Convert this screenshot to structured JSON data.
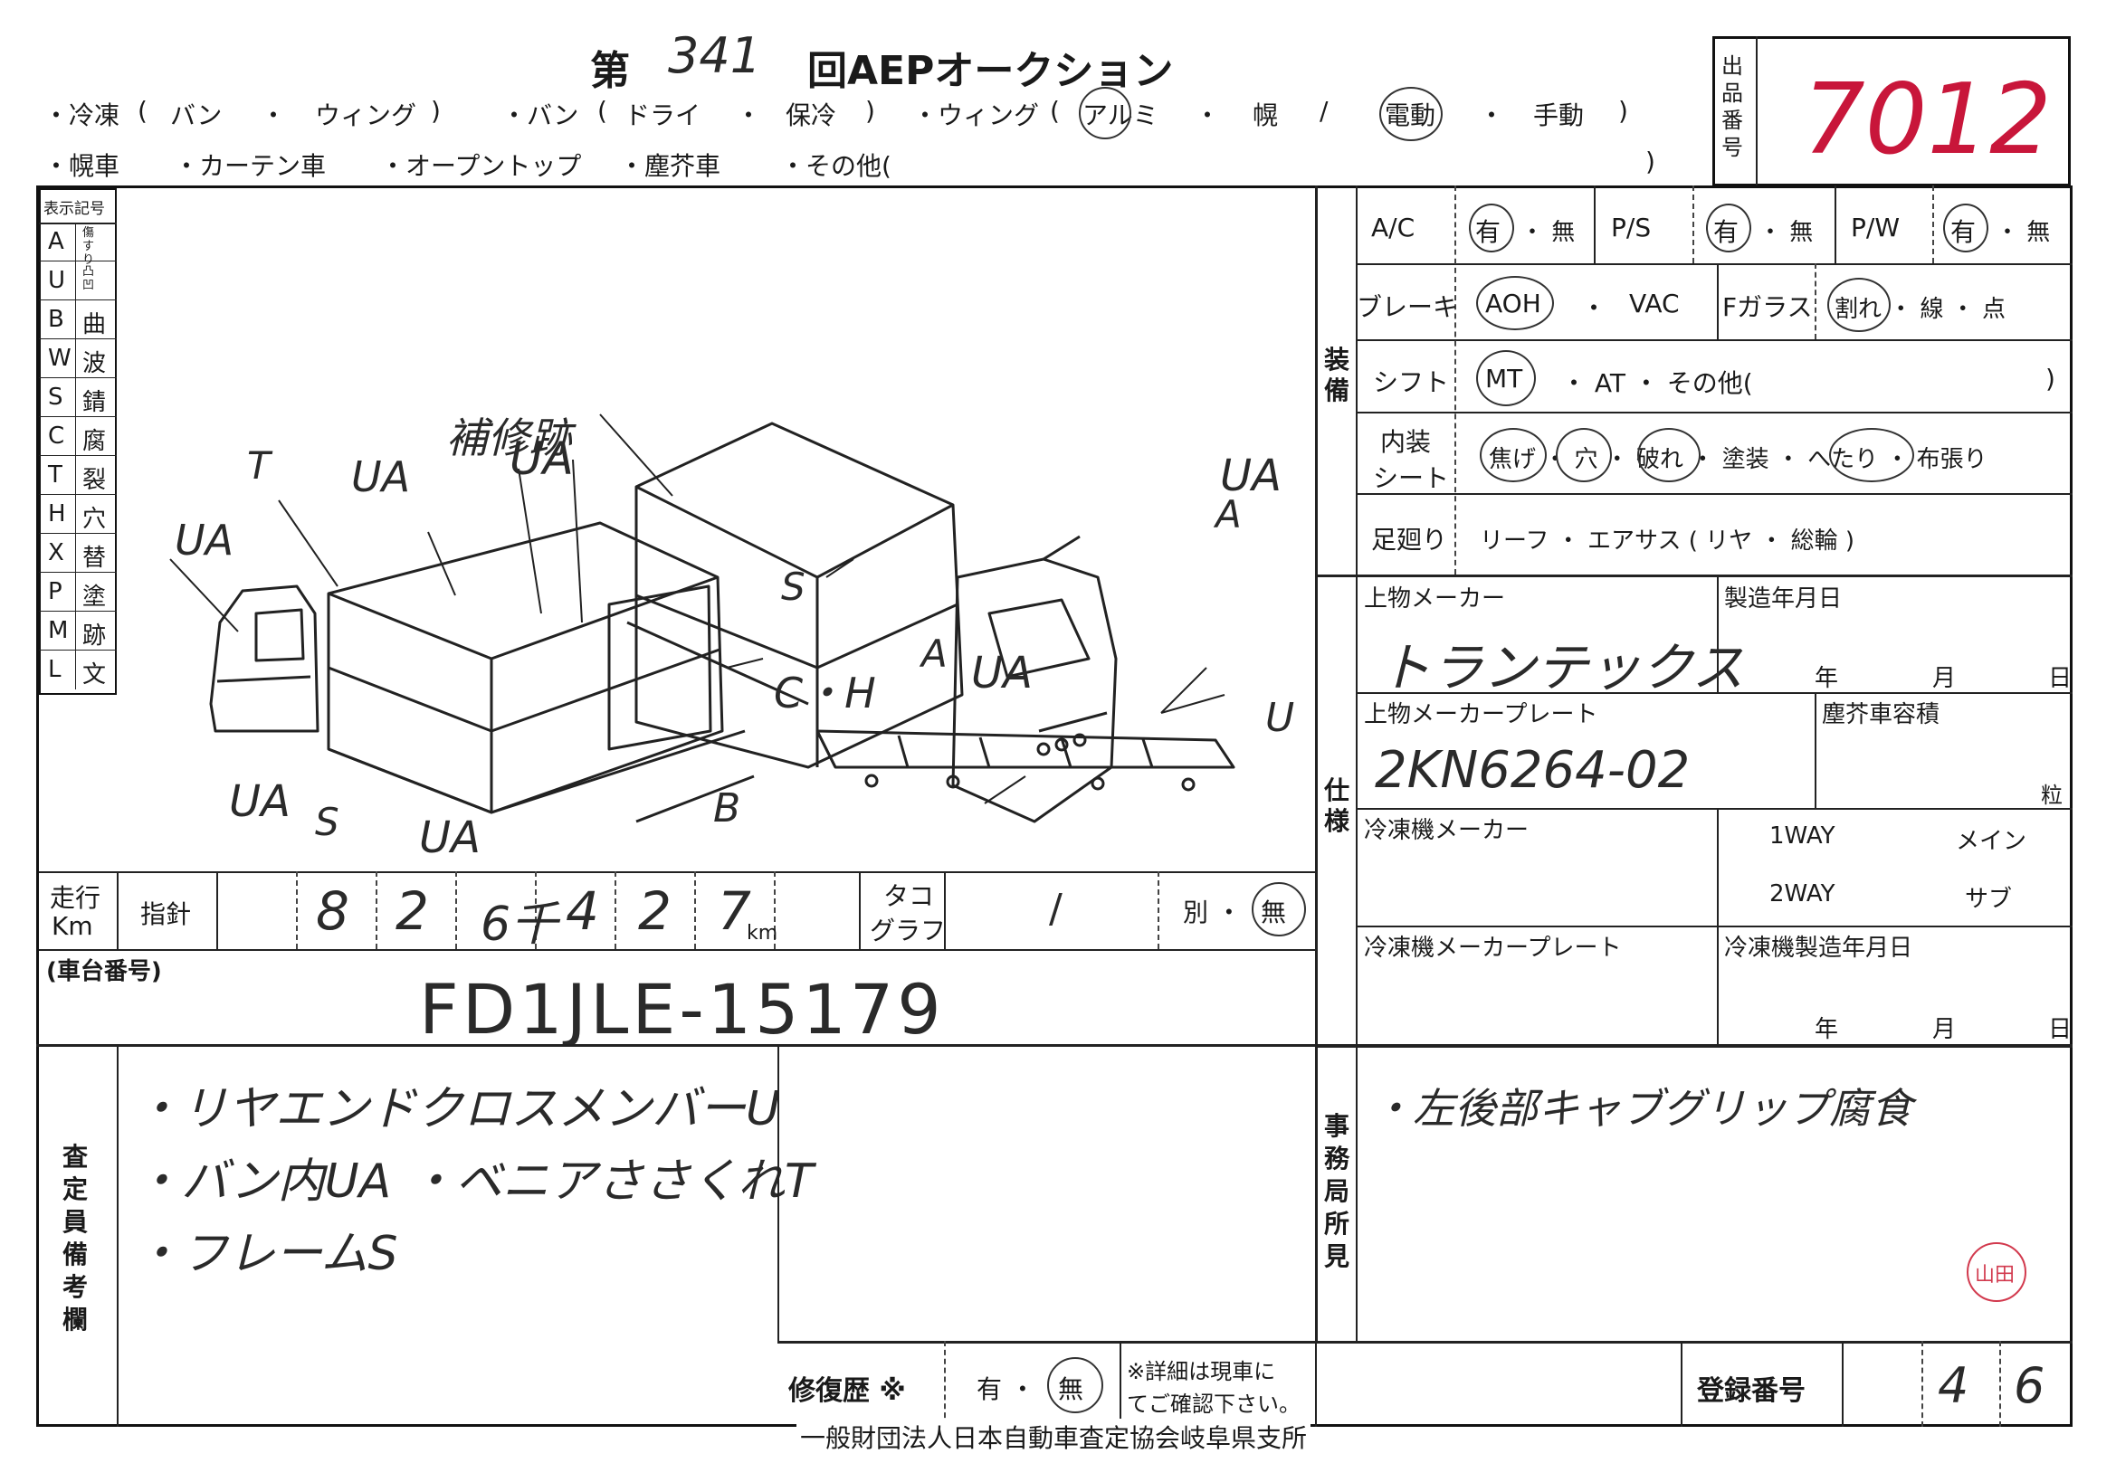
{
  "header": {
    "title_prefix": "第",
    "title_number": "341",
    "title_suffix": "回AEPオークション",
    "row1": [
      "・冷凍",
      "(",
      "バン",
      "・",
      "ウィング",
      ")",
      "・バン",
      "(",
      "ドライ",
      "・",
      "保冷",
      ")",
      "・ウィング",
      "(",
      "アルミ",
      "・",
      "幌",
      "/",
      "電動",
      "・",
      "手動",
      ")"
    ],
    "row2": [
      "・幌車",
      "・カーテン車",
      "・オープントップ",
      "・塵芥車",
      "・その他(",
      ")"
    ],
    "lot_label": "出品番号",
    "lot_number": "7012"
  },
  "legend": {
    "title": "表示記号",
    "items": [
      {
        "code": "A",
        "desc": "傷すり"
      },
      {
        "code": "U",
        "desc": "凸凹"
      },
      {
        "code": "B",
        "desc": "曲"
      },
      {
        "code": "W",
        "desc": "波"
      },
      {
        "code": "S",
        "desc": "錆"
      },
      {
        "code": "C",
        "desc": "腐"
      },
      {
        "code": "T",
        "desc": "裂"
      },
      {
        "code": "H",
        "desc": "穴"
      },
      {
        "code": "X",
        "desc": "替"
      },
      {
        "code": "P",
        "desc": "塗"
      },
      {
        "code": "M",
        "desc": "跡"
      },
      {
        "code": "L",
        "desc": "文"
      }
    ]
  },
  "diagram_notes": {
    "n1": "UA",
    "n2": "補修跡",
    "n3": "T",
    "n4": "UA",
    "n5": "UA",
    "n6": "UA",
    "n7": "A",
    "n8": "S",
    "n9": "A",
    "n10": "UA",
    "n11": "C・H",
    "n12": "UA",
    "n13": "S",
    "n14": "UA",
    "n15": "B",
    "n16": "U"
  },
  "equipment": {
    "section_label": "装備",
    "ac_label": "A/C",
    "ac_yes": "有",
    "ac_no": "・ 無",
    "ps_label": "P/S",
    "ps_yes": "有",
    "ps_no": "・ 無",
    "pw_label": "P/W",
    "pw_yes": "有",
    "pw_no": "・ 無",
    "brake_label": "ブレーキ",
    "brake_aoh": "AOH",
    "brake_sep": "・",
    "brake_vac": "VAC",
    "fglass_label": "Fガラス",
    "fglass_opts": "割れ ・ 線 ・ 点",
    "shift_label": "シフト",
    "shift_mt": "MT",
    "shift_rest": "・   AT   ・   その他(",
    "shift_close": ")",
    "seat_label_1": "内装",
    "seat_label_2": "シート",
    "seat_opts": "焦げ ・ 穴 ・ 破れ ・ 塗装 ・ へたり ・ 布張り",
    "susp_label": "足廻り",
    "susp_opts": "リーフ   ・   エアサス ( リヤ ・ 総輪 )"
  },
  "spec": {
    "section_label": "仕様",
    "body_maker_label": "上物メーカー",
    "body_maker_value": "トランテックス",
    "mfg_date_label": "製造年月日",
    "year": "年",
    "month": "月",
    "day": "日",
    "plate_label": "上物メーカープレート",
    "plate_value": "2KN6264-02",
    "garbage_label": "塵芥車容積",
    "garbage_unit": "粒",
    "fridge_maker_label": "冷凍機メーカー",
    "oneway": "1WAY",
    "main": "メイン",
    "twoway": "2WAY",
    "sub": "サブ",
    "fridge_plate_label": "冷凍機メーカープレート",
    "fridge_date_label": "冷凍機製造年月日"
  },
  "mileage": {
    "label_1": "走行",
    "label_2": "Km",
    "needle_label": "指針",
    "digits": [
      "8",
      "2",
      "6千",
      "4",
      "2",
      "7"
    ],
    "unit": "km",
    "tacho_label_1": "タコ",
    "tacho_label_2": "グラフ",
    "tacho_value": "/",
    "separate": "別 ・",
    "separate_none": "無"
  },
  "chassis": {
    "label": "(車台番号)",
    "value": "FD1JLE-15179"
  },
  "inspector": {
    "label": "査定員備考欄",
    "line1": "・リヤエンドクロスメンバーU",
    "line2": "・バン内UA",
    "line2b": "・ベニアささくれT",
    "line3": "・フレームS"
  },
  "office": {
    "label": "事務局所見",
    "note": "・左後部キャブグリップ腐食",
    "stamp": "山田"
  },
  "repair": {
    "label": "修復歴 ※",
    "yes": "有 ・",
    "no": "無",
    "note_1": "※詳細は現車に",
    "note_2": "てご確認下さい。"
  },
  "registration": {
    "label": "登録番号",
    "value_1": "4",
    "value_2": "6"
  },
  "footer": "一般財団法人日本自動車査定協会岐阜県支所"
}
